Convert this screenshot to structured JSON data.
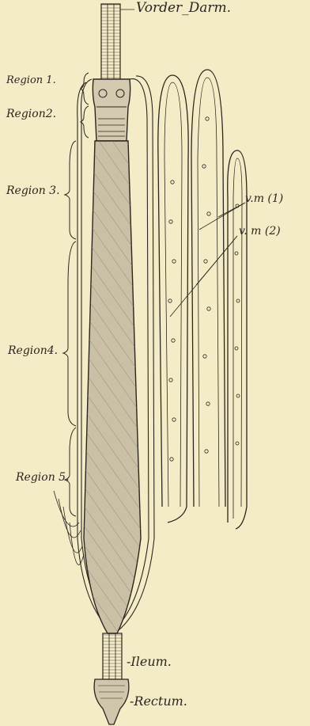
{
  "labels": {
    "vorder_darm": "Vorder_Darm.",
    "region_1": "Region 1.",
    "region_2": "Region2.",
    "region_3": "Region 3.",
    "region_4": "Region4.",
    "region_5": "Region 5.",
    "vm1": "v.m (1)",
    "vm2": "v. m (2)",
    "ileum": "-Ileum.",
    "rectum": "-Rectum."
  },
  "colors": {
    "paper": "#f4ecc6",
    "ink": "#2a2620",
    "gut_fill": "#c9c0a6",
    "hatch": "#8a8270"
  }
}
